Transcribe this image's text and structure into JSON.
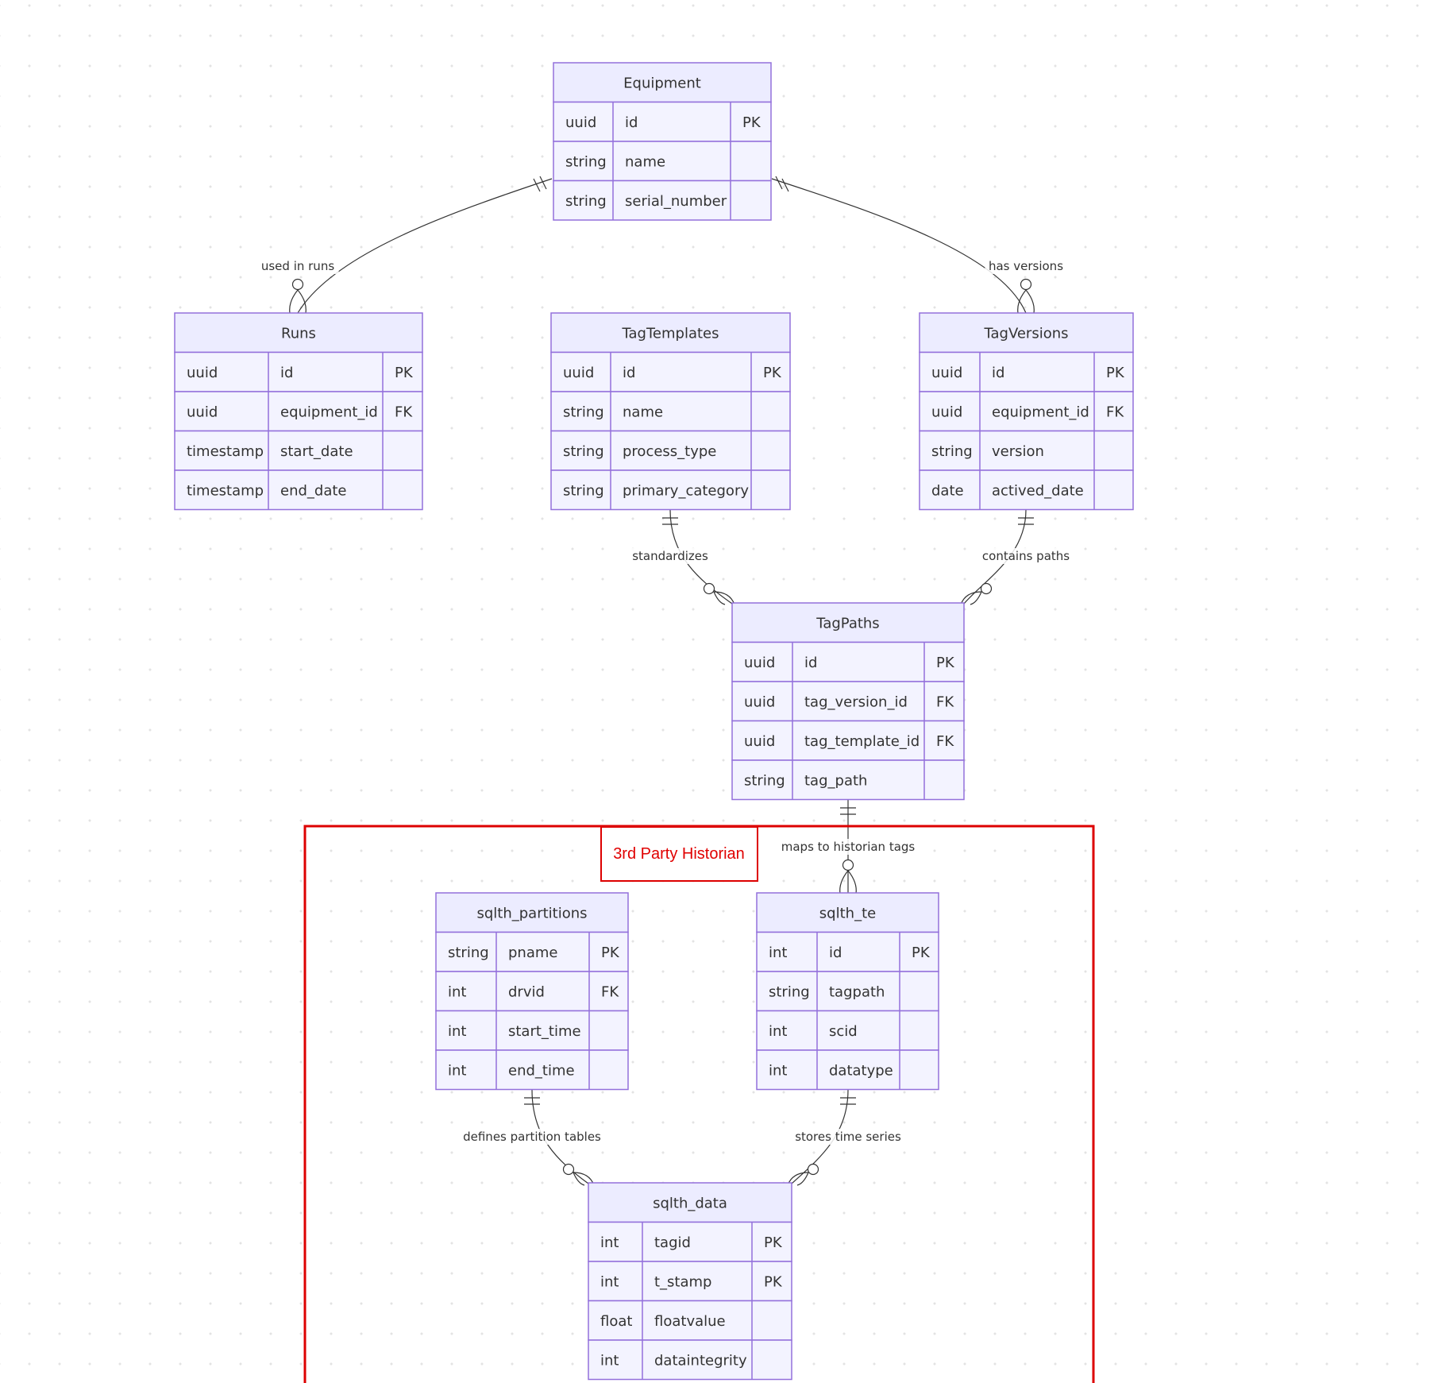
{
  "diagram": {
    "group_title": "3rd Party Historian",
    "entities": [
      {
        "id": "equipment",
        "name": "Equipment",
        "attributes": [
          {
            "type": "uuid",
            "name": "id",
            "key": "PK"
          },
          {
            "type": "string",
            "name": "name",
            "key": ""
          },
          {
            "type": "string",
            "name": "serial_number",
            "key": ""
          }
        ]
      },
      {
        "id": "runs",
        "name": "Runs",
        "attributes": [
          {
            "type": "uuid",
            "name": "id",
            "key": "PK"
          },
          {
            "type": "uuid",
            "name": "equipment_id",
            "key": "FK"
          },
          {
            "type": "timestamp",
            "name": "start_date",
            "key": ""
          },
          {
            "type": "timestamp",
            "name": "end_date",
            "key": ""
          }
        ]
      },
      {
        "id": "tagtemplates",
        "name": "TagTemplates",
        "attributes": [
          {
            "type": "uuid",
            "name": "id",
            "key": "PK"
          },
          {
            "type": "string",
            "name": "name",
            "key": ""
          },
          {
            "type": "string",
            "name": "process_type",
            "key": ""
          },
          {
            "type": "string",
            "name": "primary_category",
            "key": ""
          }
        ]
      },
      {
        "id": "tagversions",
        "name": "TagVersions",
        "attributes": [
          {
            "type": "uuid",
            "name": "id",
            "key": "PK"
          },
          {
            "type": "uuid",
            "name": "equipment_id",
            "key": "FK"
          },
          {
            "type": "string",
            "name": "version",
            "key": ""
          },
          {
            "type": "date",
            "name": "actived_date",
            "key": ""
          }
        ]
      },
      {
        "id": "tagpaths",
        "name": "TagPaths",
        "attributes": [
          {
            "type": "uuid",
            "name": "id",
            "key": "PK"
          },
          {
            "type": "uuid",
            "name": "tag_version_id",
            "key": "FK"
          },
          {
            "type": "uuid",
            "name": "tag_template_id",
            "key": "FK"
          },
          {
            "type": "string",
            "name": "tag_path",
            "key": ""
          }
        ]
      },
      {
        "id": "sqlth_partitions",
        "name": "sqlth_partitions",
        "attributes": [
          {
            "type": "string",
            "name": "pname",
            "key": "PK"
          },
          {
            "type": "int",
            "name": "drvid",
            "key": "FK"
          },
          {
            "type": "int",
            "name": "start_time",
            "key": ""
          },
          {
            "type": "int",
            "name": "end_time",
            "key": ""
          }
        ]
      },
      {
        "id": "sqlth_te",
        "name": "sqlth_te",
        "attributes": [
          {
            "type": "int",
            "name": "id",
            "key": "PK"
          },
          {
            "type": "string",
            "name": "tagpath",
            "key": ""
          },
          {
            "type": "int",
            "name": "scid",
            "key": ""
          },
          {
            "type": "int",
            "name": "datatype",
            "key": ""
          }
        ]
      },
      {
        "id": "sqlth_data",
        "name": "sqlth_data",
        "attributes": [
          {
            "type": "int",
            "name": "tagid",
            "key": "PK"
          },
          {
            "type": "int",
            "name": "t_stamp",
            "key": "PK"
          },
          {
            "type": "float",
            "name": "floatvalue",
            "key": ""
          },
          {
            "type": "int",
            "name": "dataintegrity",
            "key": ""
          }
        ]
      }
    ],
    "relationships": [
      {
        "from": "equipment",
        "to": "runs",
        "label": "used in runs"
      },
      {
        "from": "equipment",
        "to": "tagversions",
        "label": "has versions"
      },
      {
        "from": "tagtemplates",
        "to": "tagpaths",
        "label": "standardizes"
      },
      {
        "from": "tagversions",
        "to": "tagpaths",
        "label": "contains paths"
      },
      {
        "from": "tagpaths",
        "to": "sqlth_te",
        "label": "maps to historian tags"
      },
      {
        "from": "sqlth_partitions",
        "to": "sqlth_data",
        "label": "defines partition tables"
      },
      {
        "from": "sqlth_te",
        "to": "sqlth_data",
        "label": "stores time series"
      }
    ]
  }
}
